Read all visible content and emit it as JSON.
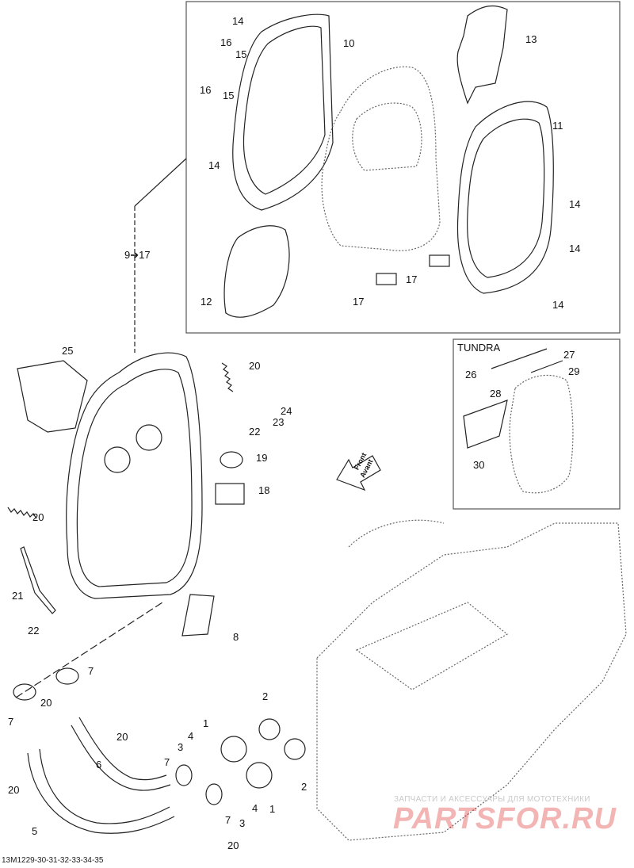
{
  "document_code": "13M1229-30-31-32-33-34-35",
  "inset_title": "TUNDRA",
  "ref_range": "9➔17",
  "direction_arrow": {
    "line1": "Front",
    "line2": "Avant"
  },
  "watermark": {
    "caption": "ЗАПЧАСТИ И АКСЕССУАРЫ ДЛЯ МОТОТЕХНИКИ",
    "brand": "PARTSFOR.RU"
  },
  "callouts": {
    "c14a": "14",
    "c16a": "16",
    "c15a": "15",
    "c10": "10",
    "c16b": "16",
    "c15b": "15",
    "c14b": "14",
    "c13": "13",
    "c11": "11",
    "c14c": "14",
    "c14d": "14",
    "c14e": "14",
    "c17a": "17",
    "c17b": "17",
    "c12": "12",
    "c25": "25",
    "c20a": "20",
    "c24": "24",
    "c23": "23",
    "c22a": "22",
    "c19": "19",
    "c18": "18",
    "c20b": "20",
    "c21": "21",
    "c22b": "22",
    "c8": "8",
    "c26": "26",
    "c27": "27",
    "c28": "28",
    "c29": "29",
    "c30": "30",
    "c7a": "7",
    "c7b": "7",
    "c20c": "20",
    "c20d": "20",
    "c20e": "20",
    "c6": "6",
    "c5": "5",
    "c1a": "1",
    "c2a": "2",
    "c4a": "4",
    "c3a": "3",
    "c7c": "7",
    "c7d": "7",
    "c3b": "3",
    "c4b": "4",
    "c1b": "1",
    "c2b": "2",
    "c20f": "20"
  },
  "colors": {
    "line": "#222222",
    "dotted": "#555555",
    "frame": "#555555",
    "watermark": "#dc2828"
  }
}
